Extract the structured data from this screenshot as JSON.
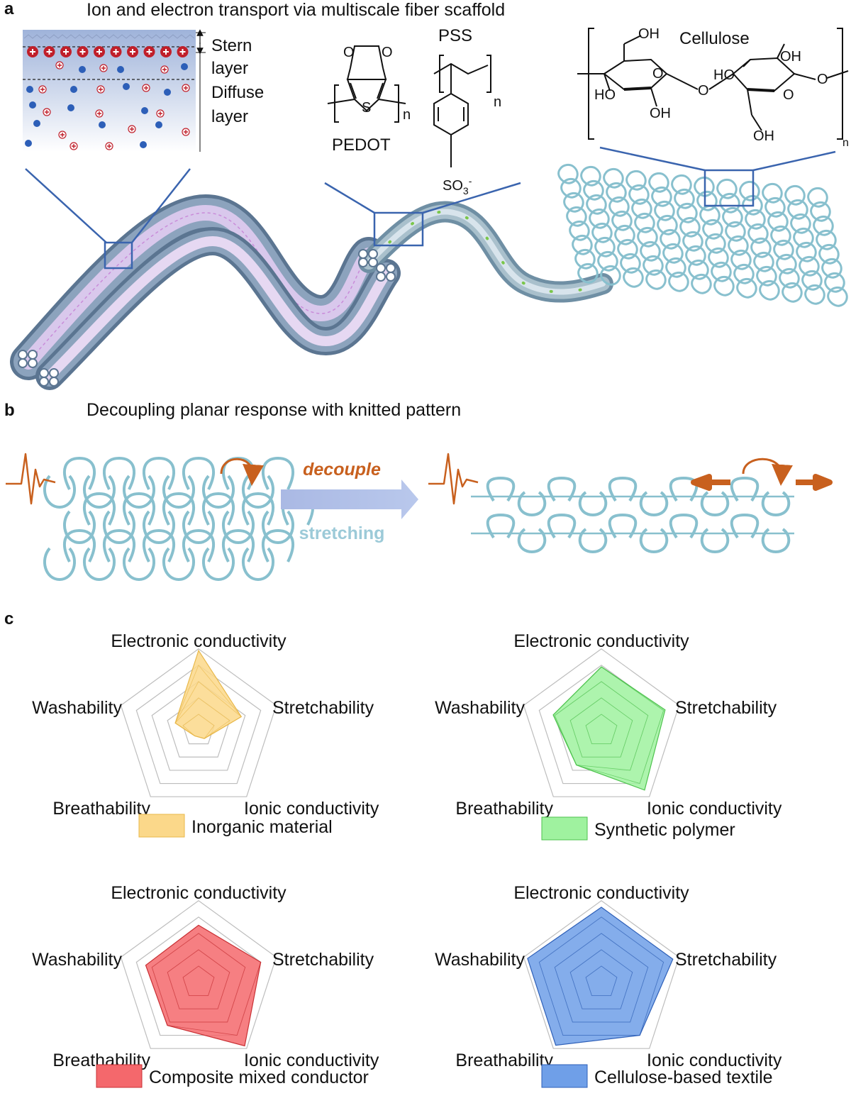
{
  "panel_a": {
    "letter": "a",
    "title": "Ion and electron transport via multiscale fiber scaffold",
    "edl": {
      "stern": "Stern",
      "stern_layer": "layer",
      "diffuse": "Diffuse",
      "diffuse_layer": "layer"
    },
    "pedot": {
      "label": "PEDOT",
      "S": "S",
      "O": "O",
      "n": "n"
    },
    "pss": {
      "label": "PSS",
      "n": "n",
      "sulfonate_base": "SO",
      "sub": "3",
      "sup": "-"
    },
    "cellulose": {
      "label": "Cellulose",
      "OH": "OH",
      "HO": "HO",
      "O": "O",
      "n": "n"
    }
  },
  "panel_b": {
    "letter": "b",
    "title": "Decoupling planar response with knitted pattern",
    "arrow_top": "decouple",
    "arrow_bottom": "stretching"
  },
  "panel_c": {
    "letter": "c",
    "axes": [
      "Electronic conductivity",
      "Stretchability",
      "Ionic conductivity",
      "Breathability",
      "Washability"
    ],
    "charts": [
      {
        "legend": "Inorganic material",
        "color": "#fbd88a",
        "stroke": "#e8b84a",
        "values": [
          0.98,
          0.55,
          0.12,
          0.08,
          0.3
        ]
      },
      {
        "legend": "Synthetic polymer",
        "color": "#9ff29f",
        "stroke": "#4cc24c",
        "values": [
          0.78,
          0.82,
          0.9,
          0.52,
          0.62
        ]
      },
      {
        "legend": "Composite mixed conductor",
        "color": "#f4686c",
        "stroke": "#c93034",
        "values": [
          0.7,
          0.8,
          0.96,
          0.65,
          0.68
        ]
      },
      {
        "legend": "Cellulose-based textile",
        "color": "#6f9fe8",
        "stroke": "#2d5fb8",
        "values": [
          0.92,
          0.92,
          0.8,
          0.95,
          0.95
        ]
      }
    ]
  }
}
